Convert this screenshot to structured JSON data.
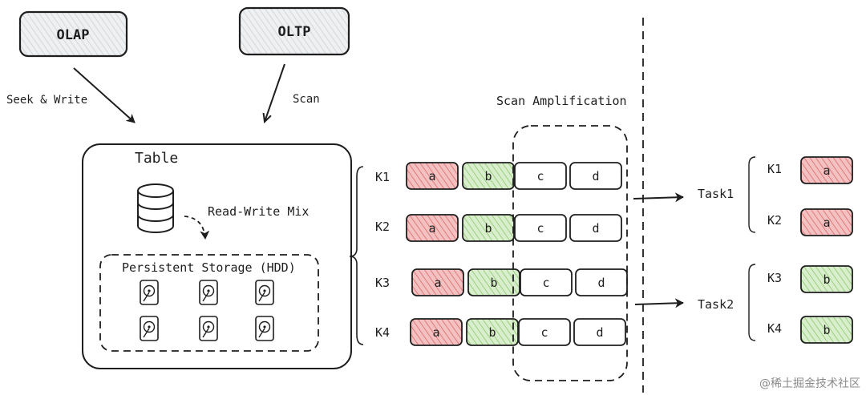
{
  "top": {
    "olap": "OLAP",
    "oltp": "OLTP",
    "seek_write": "Seek & Write",
    "scan": "Scan"
  },
  "table": {
    "title": "Table",
    "read_write_mix": "Read-Write Mix",
    "storage_label": "Persistent Storage (HDD)"
  },
  "scan_amplification": "Scan Amplification",
  "rows": [
    {
      "key": "K1",
      "cells": [
        "a",
        "b",
        "c",
        "d"
      ]
    },
    {
      "key": "K2",
      "cells": [
        "a",
        "b",
        "c",
        "d"
      ]
    },
    {
      "key": "K3",
      "cells": [
        "a",
        "b",
        "c",
        "d"
      ]
    },
    {
      "key": "K4",
      "cells": [
        "a",
        "b",
        "c",
        "d"
      ]
    }
  ],
  "tasks": [
    {
      "name": "Task1",
      "items": [
        {
          "key": "K1",
          "value": "a"
        },
        {
          "key": "K2",
          "value": "a"
        }
      ]
    },
    {
      "name": "Task2",
      "items": [
        {
          "key": "K3",
          "value": "b"
        },
        {
          "key": "K4",
          "value": "b"
        }
      ]
    }
  ],
  "colors": {
    "red_fill": "#f3c1c1",
    "red_hatch": "#e07a7a",
    "green_fill": "#cfe8c0",
    "green_hatch": "#8cc46e",
    "box_fill": "#e9ecef",
    "stroke": "#1e1e1e"
  },
  "watermark": "@稀土掘金技术社区"
}
